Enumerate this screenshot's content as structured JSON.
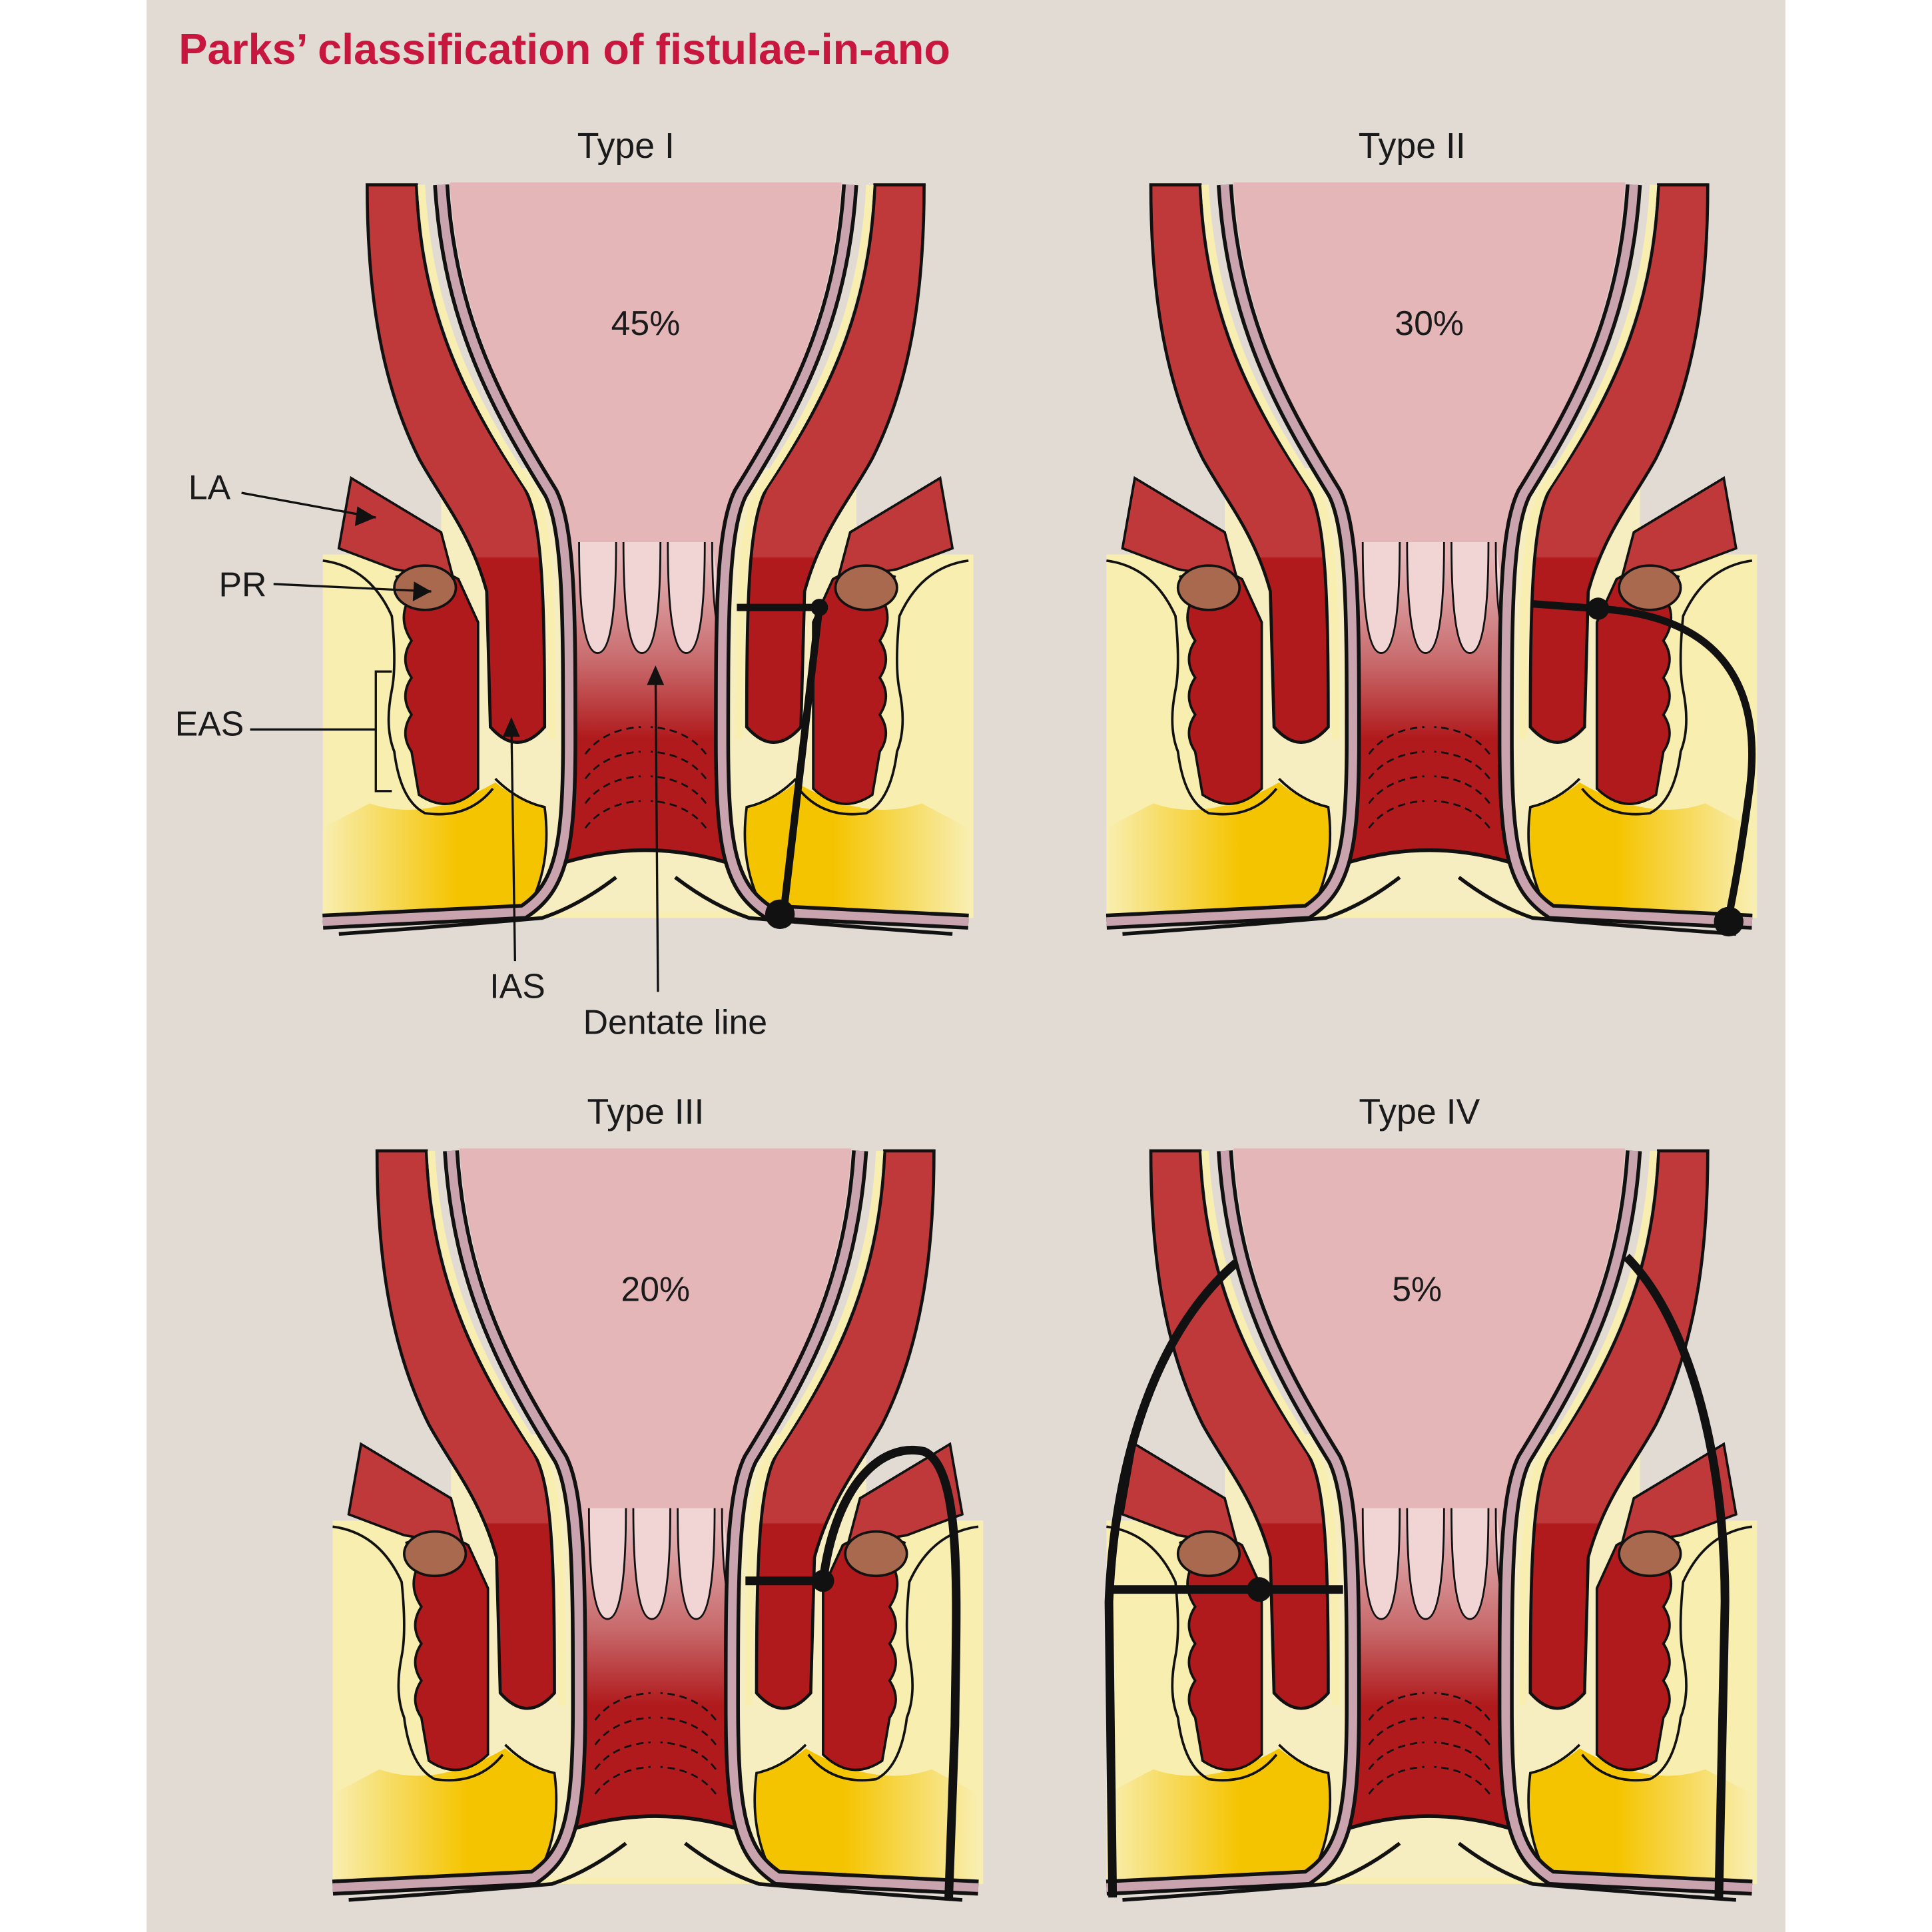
{
  "title": "Parks’ classification of fistulae-in-ano",
  "panels": [
    {
      "label": "Type I",
      "percent": "45%"
    },
    {
      "label": "Type II",
      "percent": "30%"
    },
    {
      "label": "Type III",
      "percent": "20%"
    },
    {
      "label": "Type IV",
      "percent": "5%"
    }
  ],
  "annotations": {
    "la": "LA",
    "pr": "PR",
    "eas": "EAS",
    "ias": "IAS",
    "dentate": "Dentate line"
  },
  "colors": {
    "background": "#e2dbd4",
    "title": "#c8173e",
    "muscle": "#c0393a",
    "muscle_dark": "#b01a1c",
    "lumen": "#e4b6b8",
    "fat": "#f8eeb0",
    "fat_gold": "#f5c400",
    "mucosa": "#c9a4ae",
    "puborectalis": "#a8694f",
    "tract": "#111111"
  }
}
